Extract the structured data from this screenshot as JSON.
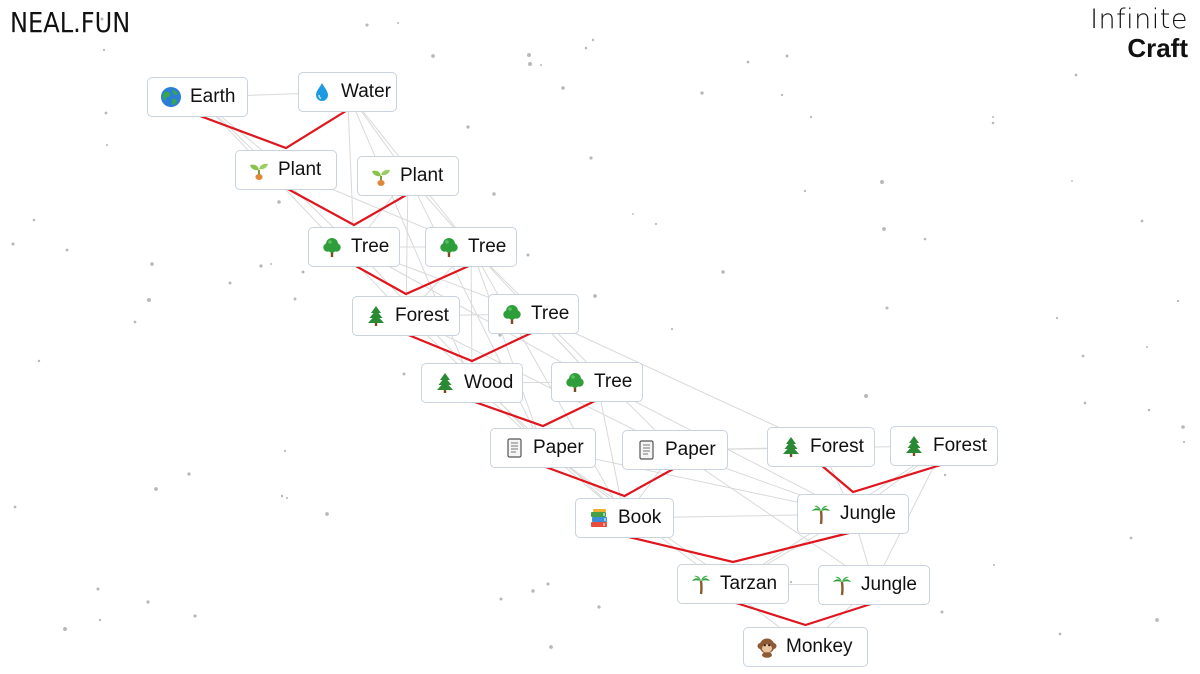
{
  "header": {
    "logo": "NEAL.FUN",
    "brand_line1": "Infinite",
    "brand_line2": "Craft"
  },
  "colors": {
    "background": "#ffffff",
    "combine_line": "#e0161e",
    "faint_line": "#d9d9d9",
    "item_border": "#c8d3de"
  },
  "items": [
    {
      "id": "earth",
      "label": "Earth",
      "icon": "earth-icon"
    },
    {
      "id": "water",
      "label": "Water",
      "icon": "droplet-icon"
    },
    {
      "id": "plant1",
      "label": "Plant",
      "icon": "seedling-icon"
    },
    {
      "id": "plant2",
      "label": "Plant",
      "icon": "seedling-icon"
    },
    {
      "id": "tree1",
      "label": "Tree",
      "icon": "tree-icon"
    },
    {
      "id": "tree2",
      "label": "Tree",
      "icon": "tree-icon"
    },
    {
      "id": "forest1",
      "label": "Forest",
      "icon": "evergreen-icon"
    },
    {
      "id": "tree3",
      "label": "Tree",
      "icon": "tree-icon"
    },
    {
      "id": "wood",
      "label": "Wood",
      "icon": "evergreen-icon"
    },
    {
      "id": "tree4",
      "label": "Tree",
      "icon": "tree-icon"
    },
    {
      "id": "paper1",
      "label": "Paper",
      "icon": "scroll-icon"
    },
    {
      "id": "paper2",
      "label": "Paper",
      "icon": "scroll-icon"
    },
    {
      "id": "forest2",
      "label": "Forest",
      "icon": "evergreen-icon"
    },
    {
      "id": "forest3",
      "label": "Forest",
      "icon": "evergreen-icon"
    },
    {
      "id": "book",
      "label": "Book",
      "icon": "books-icon"
    },
    {
      "id": "jungle1",
      "label": "Jungle",
      "icon": "palm-icon"
    },
    {
      "id": "tarzan",
      "label": "Tarzan",
      "icon": "palm-icon"
    },
    {
      "id": "jungle2",
      "label": "Jungle",
      "icon": "palm-icon"
    },
    {
      "id": "monkey",
      "label": "Monkey",
      "icon": "monkey-icon"
    }
  ],
  "combinations": [
    {
      "a": "earth",
      "b": "water",
      "result": "plant1"
    },
    {
      "a": "plant1",
      "b": "plant2",
      "result": "tree1"
    },
    {
      "a": "tree1",
      "b": "tree2",
      "result": "forest1"
    },
    {
      "a": "forest1",
      "b": "tree3",
      "result": "wood"
    },
    {
      "a": "wood",
      "b": "tree4",
      "result": "paper1"
    },
    {
      "a": "paper1",
      "b": "paper2",
      "result": "book"
    },
    {
      "a": "forest2",
      "b": "forest3",
      "result": "jungle1"
    },
    {
      "a": "book",
      "b": "jungle1",
      "result": "tarzan"
    },
    {
      "a": "tarzan",
      "b": "jungle2",
      "result": "monkey"
    }
  ]
}
